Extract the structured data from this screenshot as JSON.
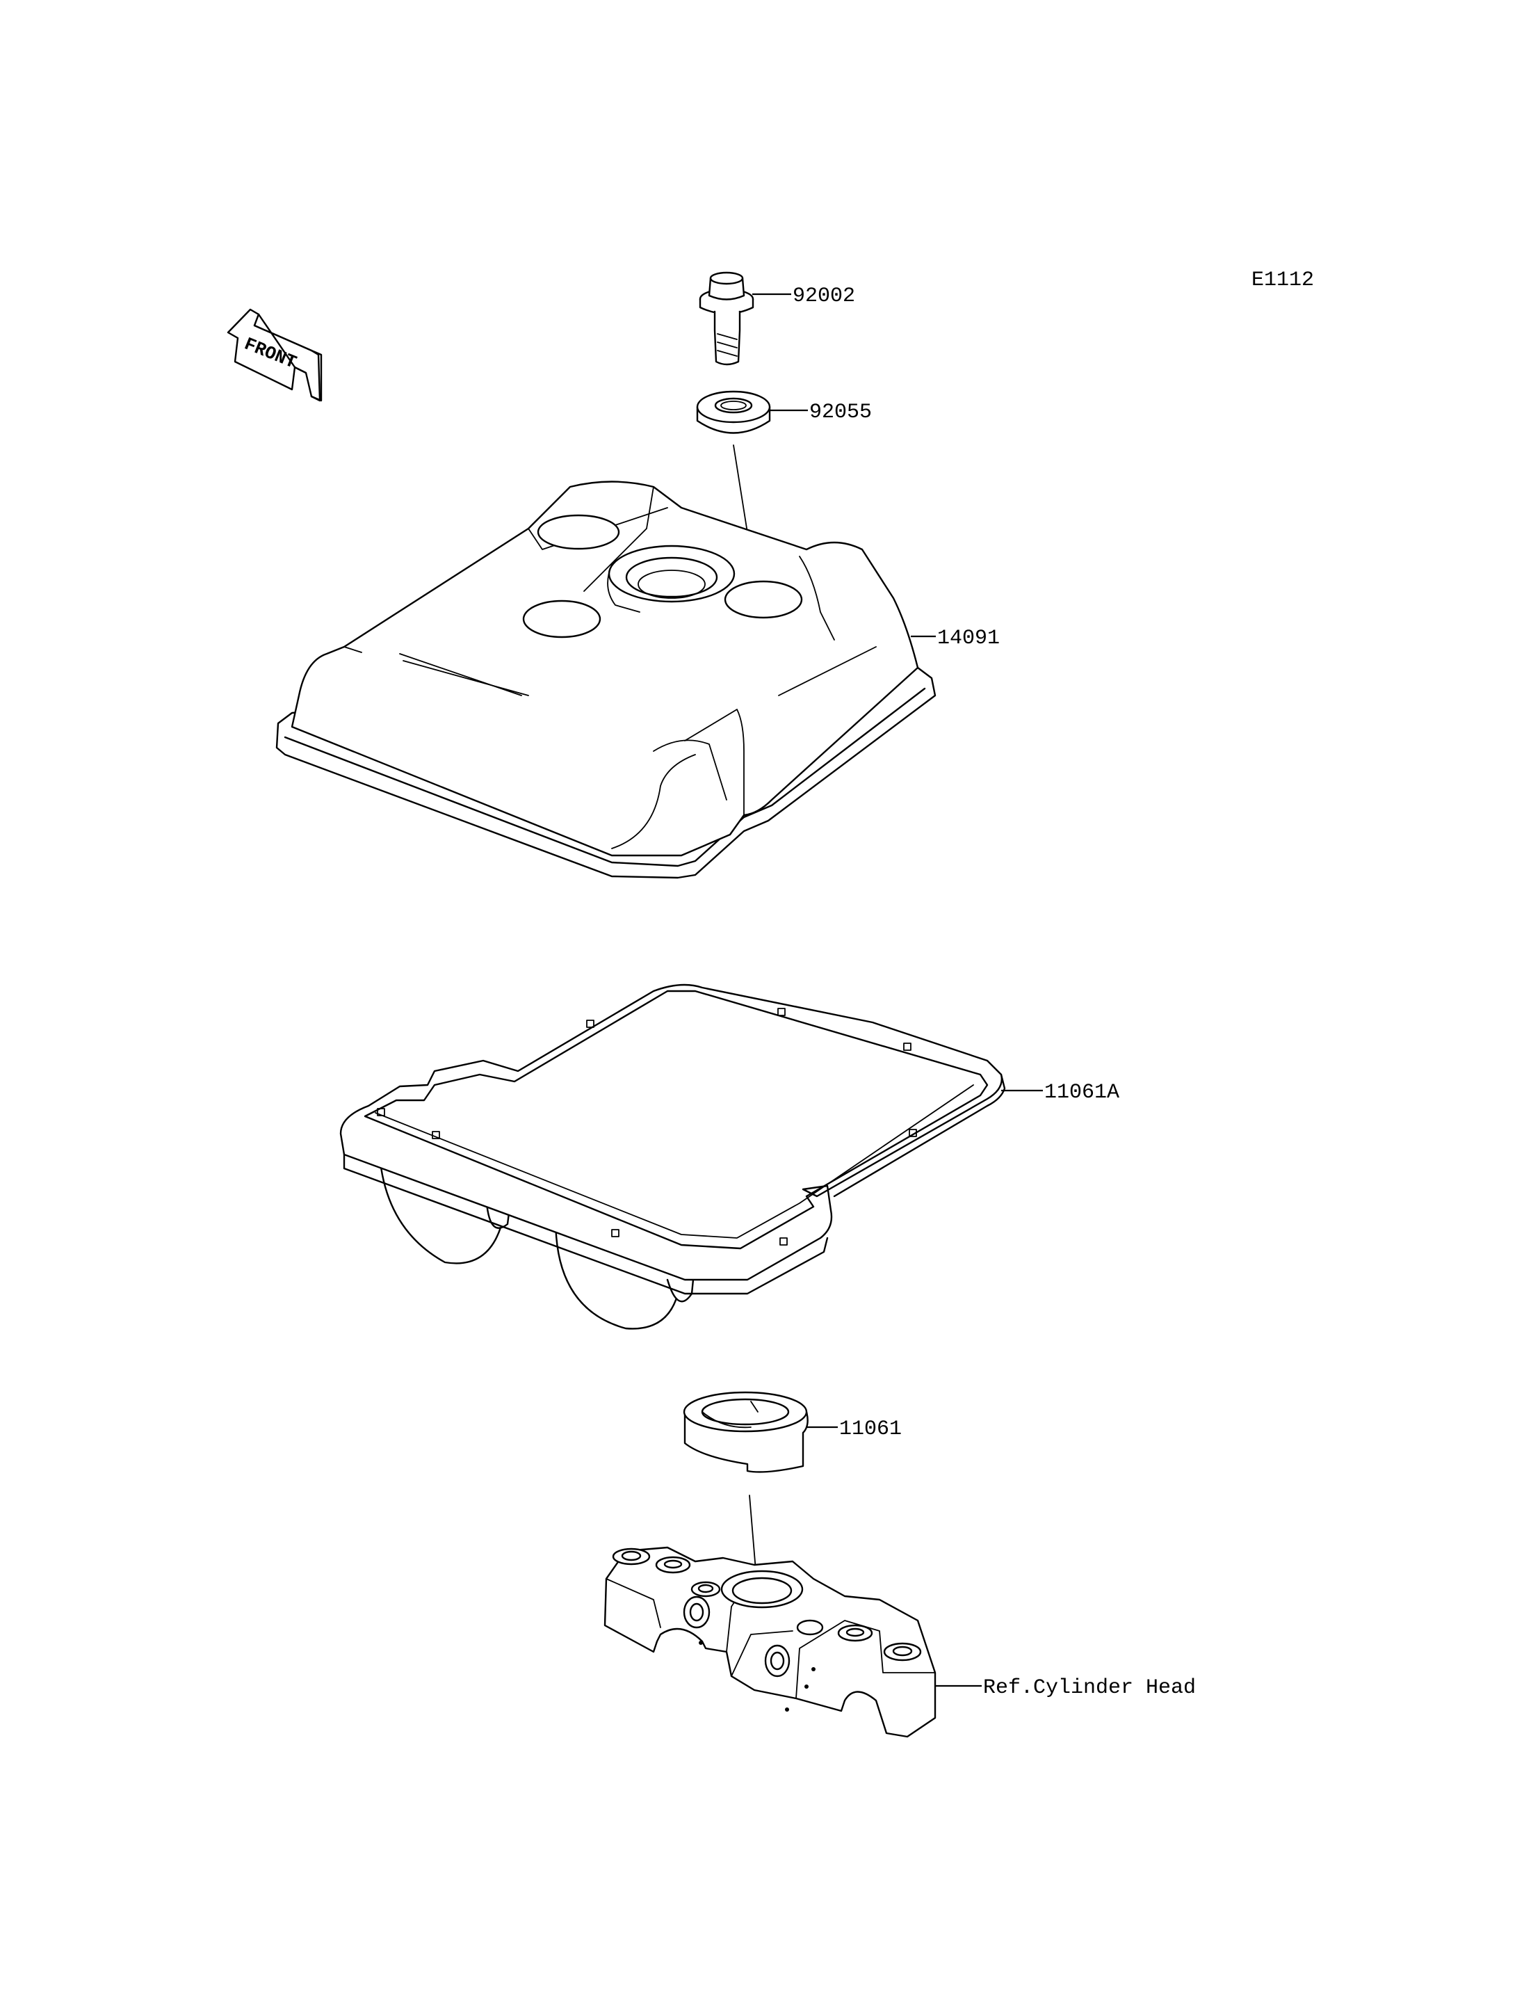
{
  "diagram": {
    "code": "E1112",
    "front_label": "FRONT",
    "parts": [
      {
        "id": "92002"
      },
      {
        "id": "92055"
      },
      {
        "id": "14091"
      },
      {
        "id": "11061A"
      },
      {
        "id": "11061"
      },
      {
        "id": "Ref.Cylinder Head"
      }
    ]
  }
}
